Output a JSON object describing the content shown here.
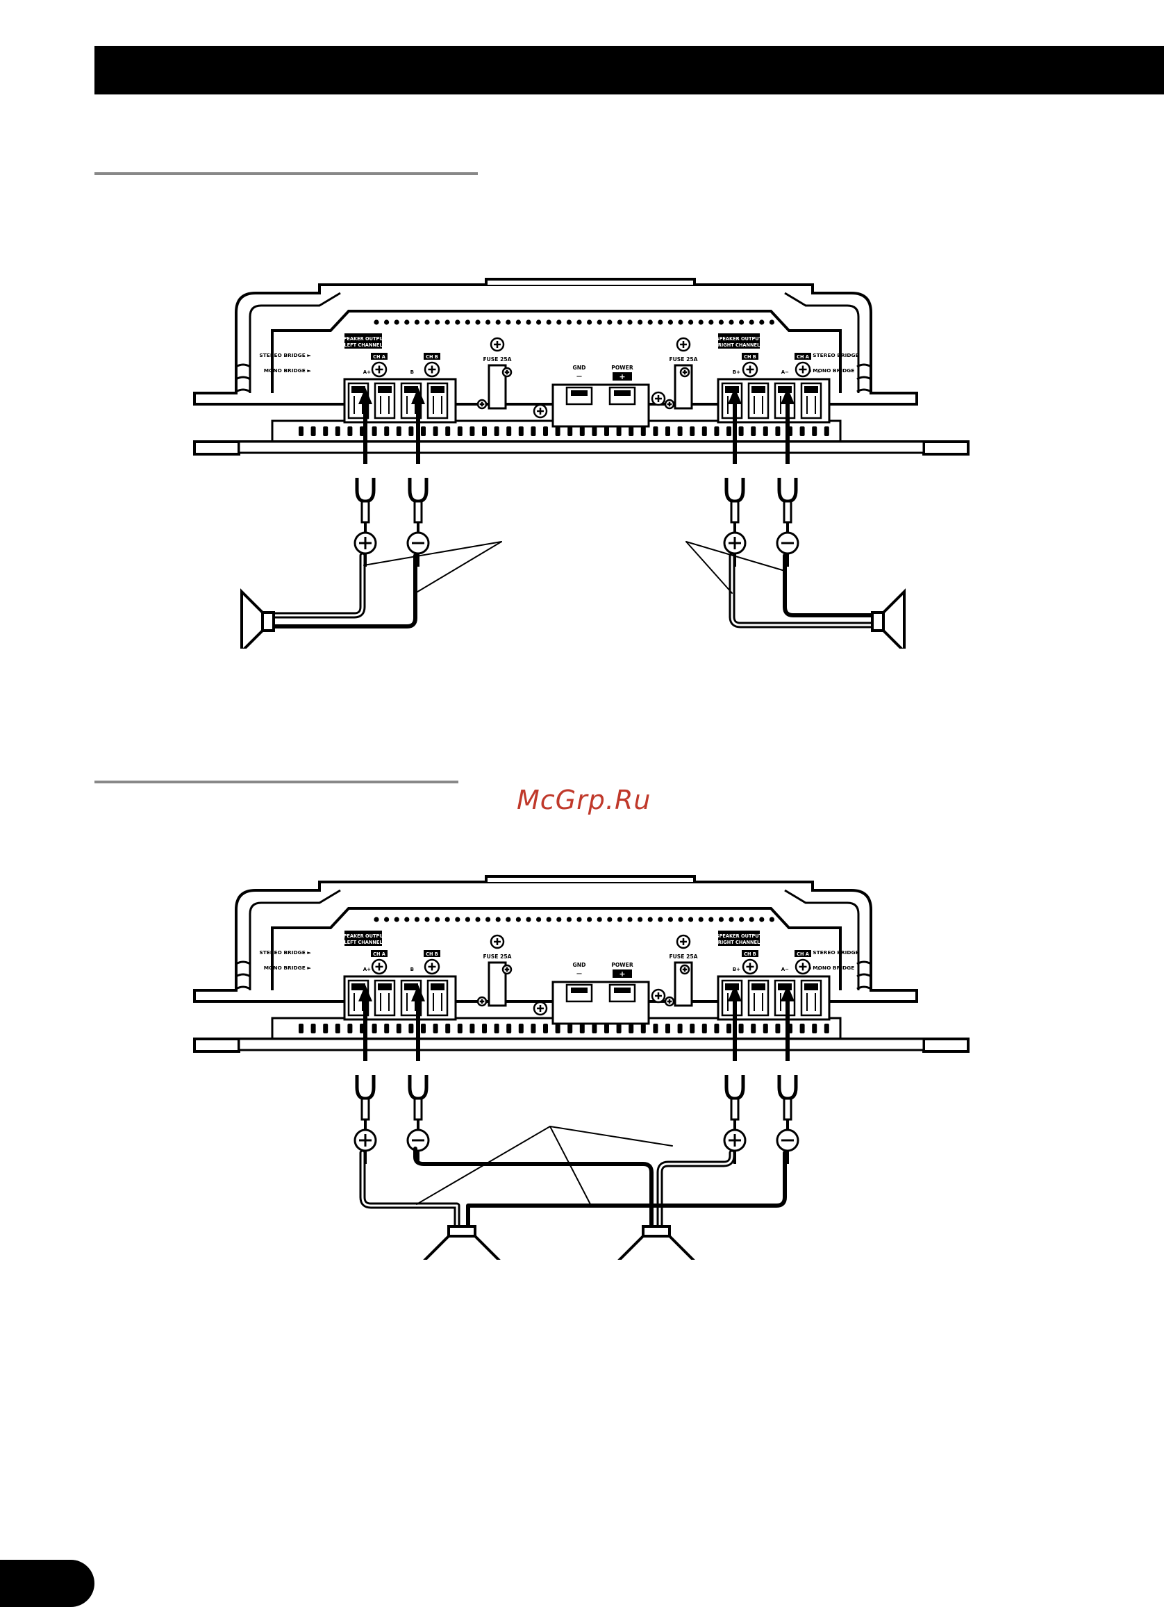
{
  "watermark": "McGrp.Ru",
  "amplifier": {
    "speaker_output_left": "SPEAKER OUTPUT",
    "speaker_output_left_sub": "LEFT CHANNEL",
    "speaker_output_right": "SPEAKER OUTPUT",
    "speaker_output_right_sub": "RIGHT CHANNEL",
    "stereo_bridge": "STEREO BRIDGE",
    "mono_bridge": "MONO BRIDGE",
    "ch_a": "CH A",
    "ch_b": "CH B",
    "fuse": "FUSE 25A",
    "gnd": "GND",
    "power": "POWER",
    "a_plus": "A+",
    "b_plus": "B+",
    "a_minus": "A−",
    "b_label": "B",
    "minus_label": "−"
  },
  "icons": {
    "header": "black-header-bar",
    "page_tab": "black-page-tab",
    "terminal": "spade-terminal-icon",
    "plus": "plus-polarity-icon",
    "minus": "minus-polarity-icon",
    "speaker": "speaker-icon"
  }
}
